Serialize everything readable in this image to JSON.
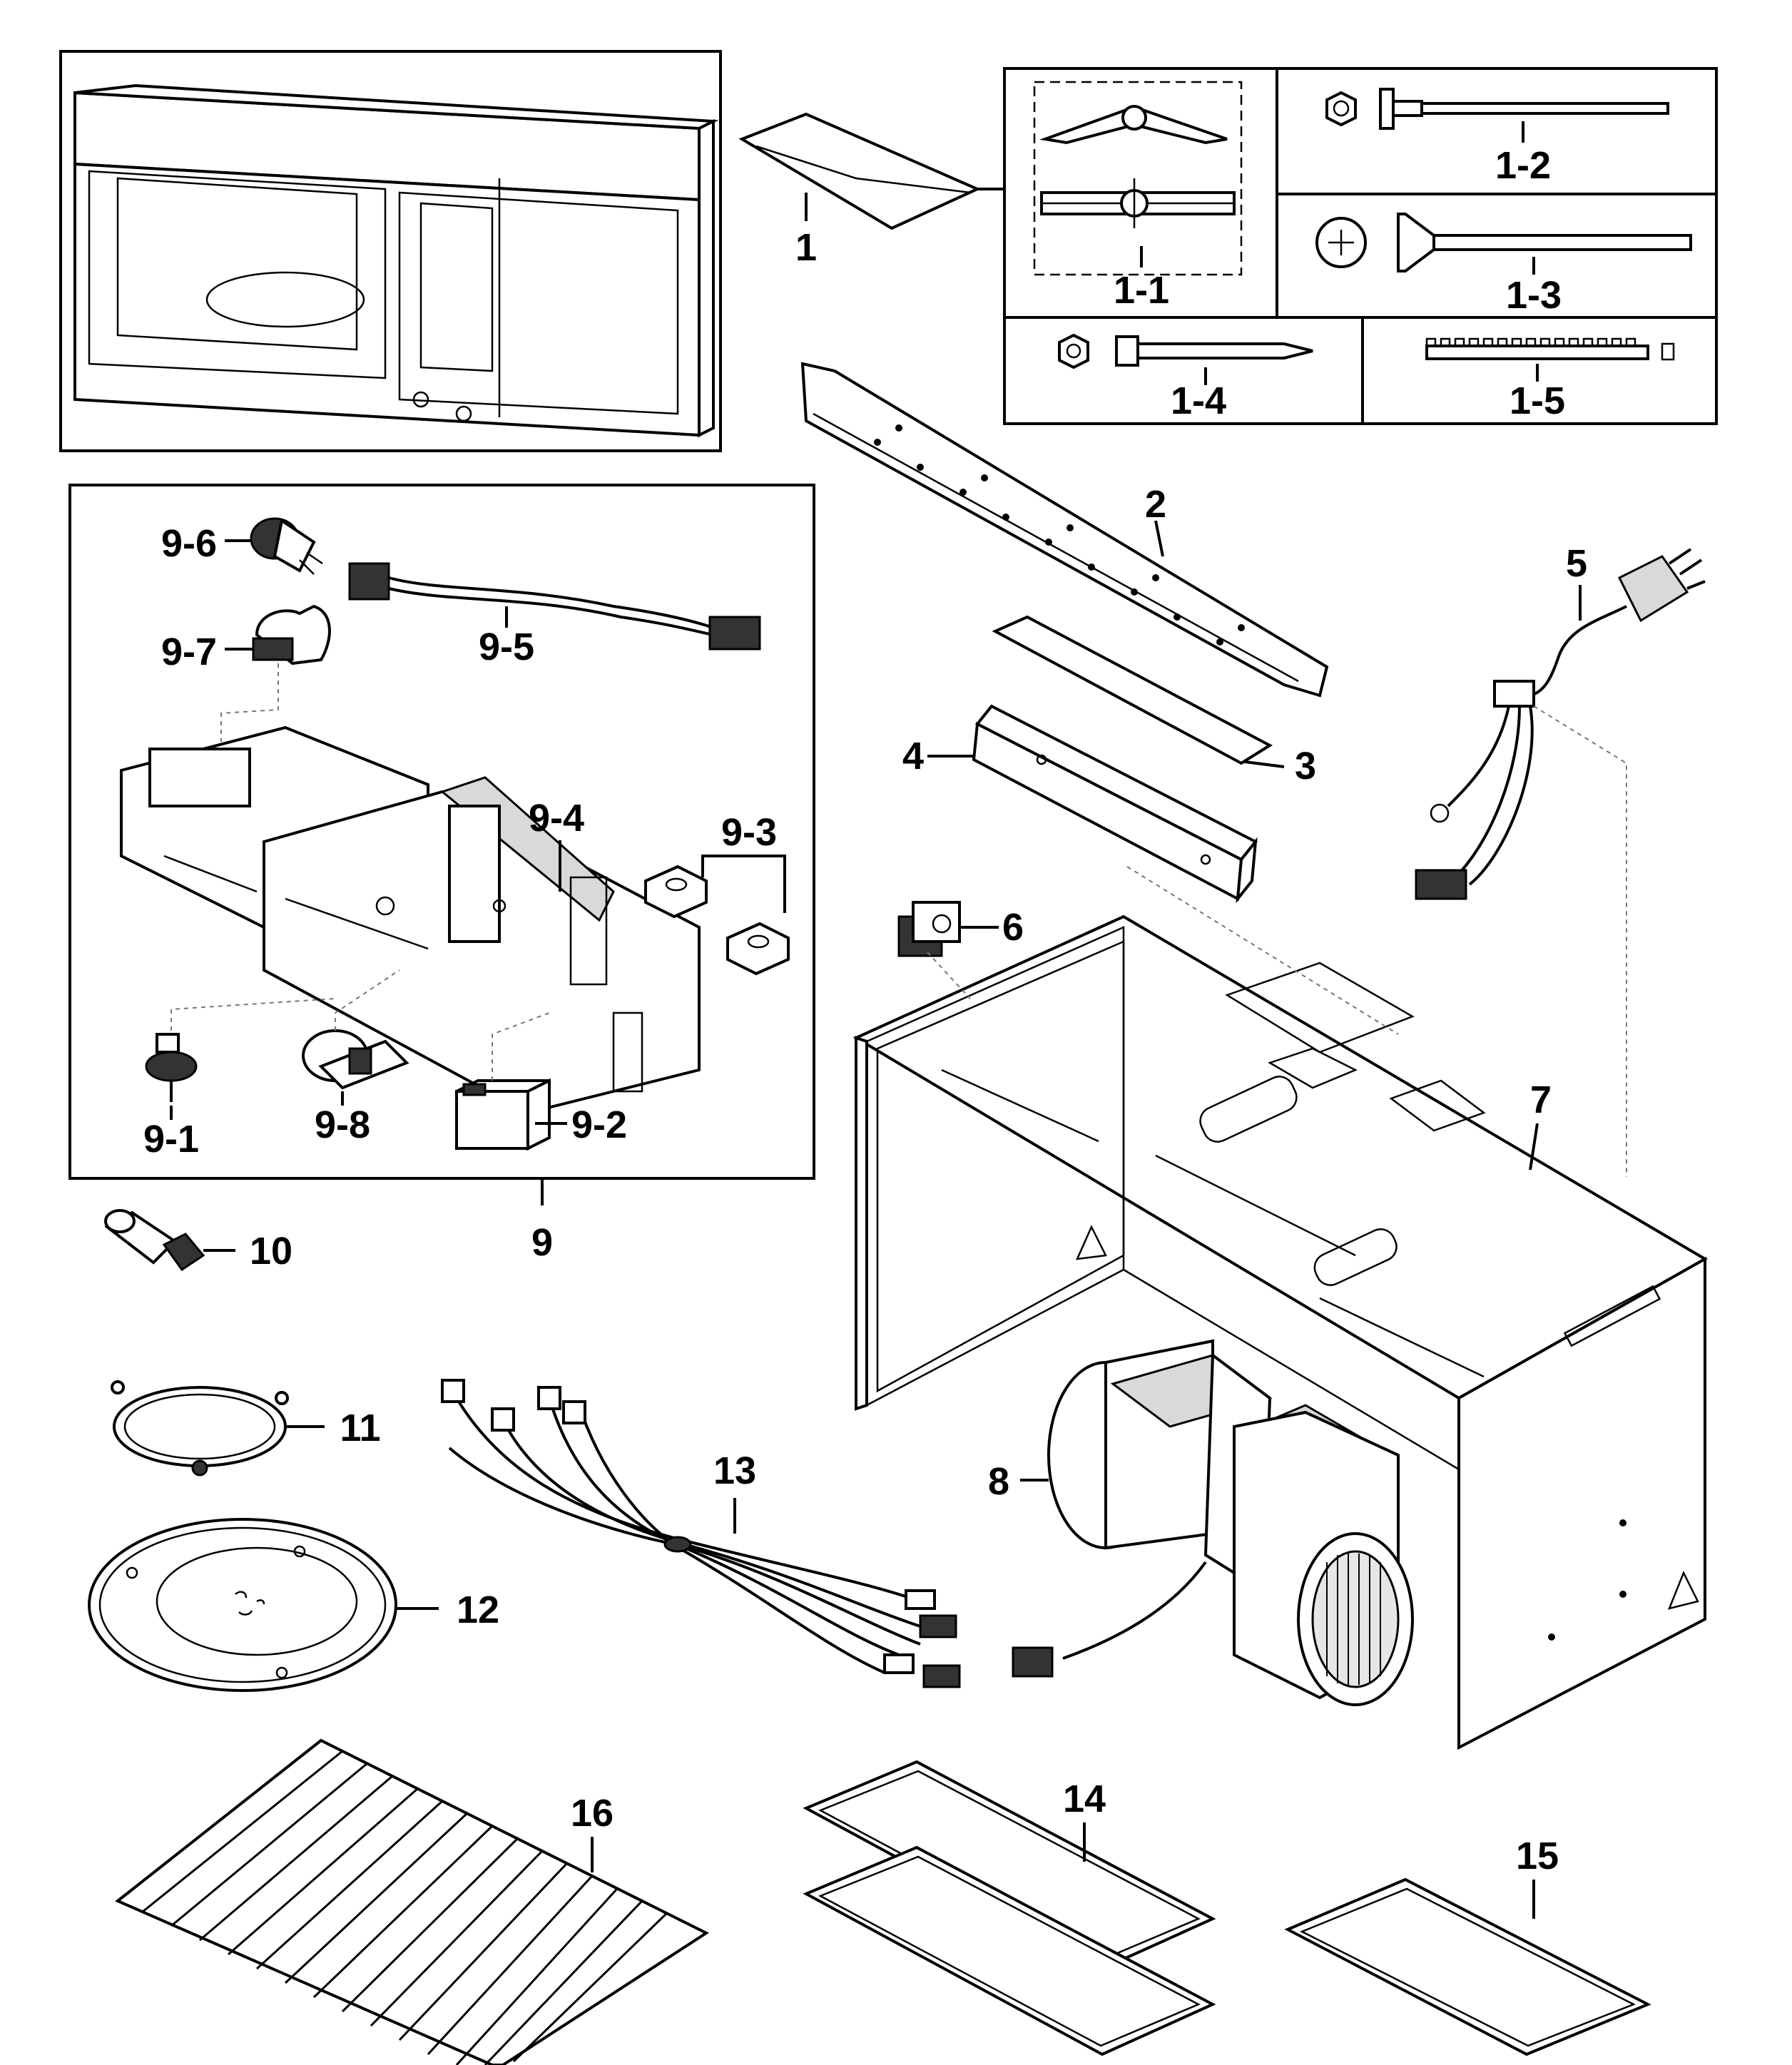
{
  "diagram": {
    "labels": {
      "p1": "1",
      "p1_1": "1-1",
      "p1_2": "1-2",
      "p1_3": "1-3",
      "p1_4": "1-4",
      "p1_5": "1-5",
      "p2": "2",
      "p3": "3",
      "p4": "4",
      "p5": "5",
      "p6": "6",
      "p7": "7",
      "p8": "8",
      "p9": "9",
      "p9_1": "9-1",
      "p9_2": "9-2",
      "p9_3": "9-3",
      "p9_4": "9-4",
      "p9_5": "9-5",
      "p9_6": "9-6",
      "p9_7": "9-7",
      "p9_8": "9-8",
      "p10": "10",
      "p11": "11",
      "p12": "12",
      "p13": "13",
      "p14": "14",
      "p15": "15",
      "p16": "16"
    },
    "parts": [
      {
        "id": "1",
        "icon": "hardware-bag-icon"
      },
      {
        "id": "1-1",
        "icon": "mounting-clip-icon"
      },
      {
        "id": "1-2",
        "icon": "hex-bolt-icon"
      },
      {
        "id": "1-3",
        "icon": "flat-head-screw-icon"
      },
      {
        "id": "1-4",
        "icon": "wood-screw-icon"
      },
      {
        "id": "1-5",
        "icon": "plastic-strip-icon"
      },
      {
        "id": "2",
        "icon": "mounting-plate-icon"
      },
      {
        "id": "3",
        "icon": "damper-flap-icon"
      },
      {
        "id": "4",
        "icon": "damper-housing-icon"
      },
      {
        "id": "5",
        "icon": "power-cord-icon"
      },
      {
        "id": "6",
        "icon": "relay-icon"
      },
      {
        "id": "7",
        "icon": "cabinet-frame-icon"
      },
      {
        "id": "8",
        "icon": "blower-motor-icon"
      },
      {
        "id": "9",
        "icon": "latch-board-assembly-icon"
      },
      {
        "id": "9-1",
        "icon": "thermostat-icon"
      },
      {
        "id": "9-2",
        "icon": "capacitor-icon"
      },
      {
        "id": "9-3",
        "icon": "rubber-cushion-icon"
      },
      {
        "id": "9-4",
        "icon": "latch-board-icon"
      },
      {
        "id": "9-5",
        "icon": "wire-harness-icon"
      },
      {
        "id": "9-6",
        "icon": "turntable-motor-icon"
      },
      {
        "id": "9-7",
        "icon": "coupler-icon"
      },
      {
        "id": "9-8",
        "icon": "fan-motor-icon"
      },
      {
        "id": "10",
        "icon": "lamp-bulb-icon"
      },
      {
        "id": "11",
        "icon": "roller-ring-icon"
      },
      {
        "id": "12",
        "icon": "glass-tray-icon"
      },
      {
        "id": "13",
        "icon": "main-wire-harness-icon"
      },
      {
        "id": "14",
        "icon": "grease-filter-icon"
      },
      {
        "id": "15",
        "icon": "charcoal-filter-icon"
      },
      {
        "id": "16",
        "icon": "rack-icon"
      }
    ]
  }
}
